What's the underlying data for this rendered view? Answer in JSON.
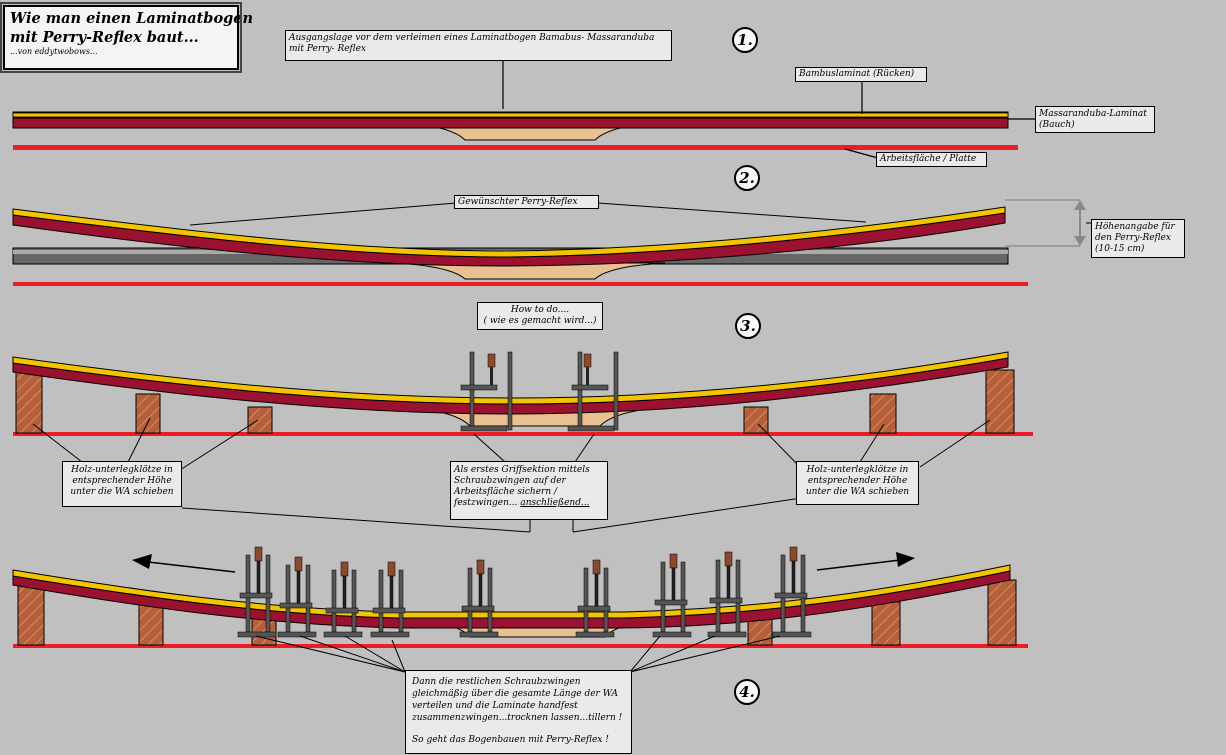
{
  "title": {
    "line1": "Wie man einen Laminatbogen",
    "line2": "mit Perry-Reflex baut...",
    "author": "...von eddytwobows..."
  },
  "steps": [
    "1.",
    "2.",
    "3.",
    "4."
  ],
  "labels": {
    "ausgangslage_1": "Ausgangslage vor dem verleimen eines Laminatbogen Bamabus- Massaranduba",
    "ausgangslage_2": "mit Perry- Reflex",
    "bambus": "Bambuslaminat (Rücken)",
    "massaranduba_1": "Massaranduba-Laminat",
    "massaranduba_2": "(Bauch)",
    "arbeitsflaeche": "Arbeitsfläche / Platte",
    "gewuenschter": "Gewünschter Perry-Reflex",
    "hoehe_1": "Höhenangabe für",
    "hoehe_2": "den Perry-Reflex",
    "hoehe_3": "(10-15 cm)",
    "howto_1": "How to do....",
    "howto_2": "( wie es gemacht wird...)",
    "holz_left_1": "Holz-unterlegklötze in",
    "holz_left_2": "entsprechender Höhe",
    "holz_left_3": "unter die WA schieben",
    "griff_1": "Als erstes Griffsektion mittels",
    "griff_2": "Schraubzwingen auf der",
    "griff_3": "Arbeitsfläche sichern /",
    "griff_4": "festzwingen...",
    "griff_4b": "anschließend...",
    "holz_right_1": "Holz-unterlegklötze in",
    "holz_right_2": "entsprechender Höhe",
    "holz_right_3": "unter die WA schieben",
    "dann_1": "Dann die restlichen Schraubzwingen",
    "dann_2": "gleichmäßig über die gesamte Länge der WA",
    "dann_3": "verteilen und die Laminate handfest",
    "dann_4": "zusammenzwingen...trocknen lassen...tillern !",
    "dann_5": "So geht das Bogenbauen mit Perry-Reflex !"
  },
  "colors": {
    "background": "#c0c0c0",
    "belly": "#9b1230",
    "back": "#f2c500",
    "core": "#e9c08f",
    "worktop": "#ee1c24",
    "wood": "#b5603a",
    "clamp": "#555555",
    "clamp_handle": "#8b4a2b"
  }
}
